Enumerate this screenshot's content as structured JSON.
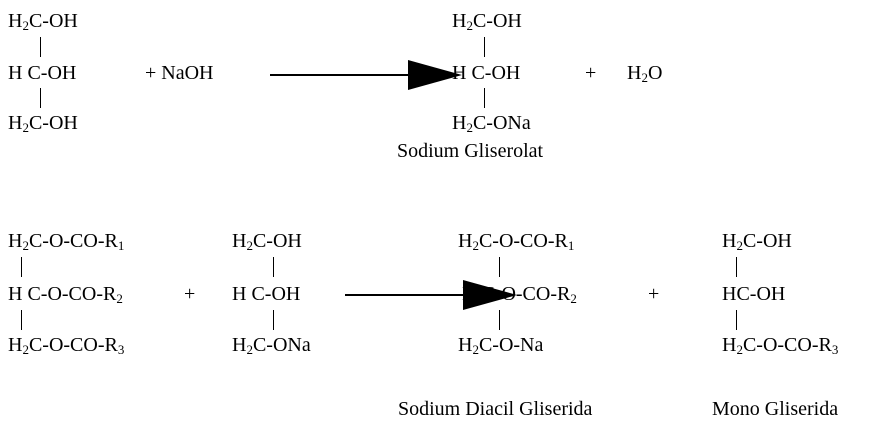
{
  "reaction1": {
    "reactant1": {
      "top_main": "H",
      "top_sub": "2",
      "top_rest": "C-OH",
      "middle": "H C-OH",
      "bottom_main": "H",
      "bottom_sub": "2",
      "bottom_rest": "C-OH"
    },
    "plus1": "+ NaOH",
    "product1": {
      "top_main": "H",
      "top_sub": "2",
      "top_rest": "C-OH",
      "middle": "H C-OH",
      "bottom_main": "H",
      "bottom_sub": "2",
      "bottom_rest": "C-ONa"
    },
    "plus2": "+",
    "water_main": "H",
    "water_sub": "2",
    "water_rest": "O",
    "product1_name": "Sodium Gliserolat"
  },
  "reaction2": {
    "reactant1": {
      "l1_a": "H",
      "l1_b": "2",
      "l1_c": "C-O-CO-R",
      "l1_d": "1",
      "l2_a": "H C-O-CO-R",
      "l2_b": "2",
      "l3_a": "H",
      "l3_b": "2",
      "l3_c": "C-O-CO-R",
      "l3_d": "3"
    },
    "plus1": "+",
    "reactant2": {
      "top_main": "H",
      "top_sub": "2",
      "top_rest": "C-OH",
      "middle": "H C-OH",
      "bottom_main": "H",
      "bottom_sub": "2",
      "bottom_rest": "C-ONa"
    },
    "product1": {
      "l1_a": "H",
      "l1_b": "2",
      "l1_c": "C-O-CO-R",
      "l1_d": "1",
      "l2_a": "H C-O-CO-R",
      "l2_b": "2",
      "l3_a": "H",
      "l3_b": "2",
      "l3_c": "C-O-Na"
    },
    "plus2": "+",
    "product2": {
      "l1_a": "H",
      "l1_b": "2",
      "l1_c": "C-OH",
      "l2": "HC-OH",
      "l3_a": "H",
      "l3_b": "2",
      "l3_c": "C-O-CO-R",
      "l3_d": "3"
    },
    "product1_name": "Sodium Diacil Gliserida",
    "product2_name": "Mono Gliserida"
  }
}
